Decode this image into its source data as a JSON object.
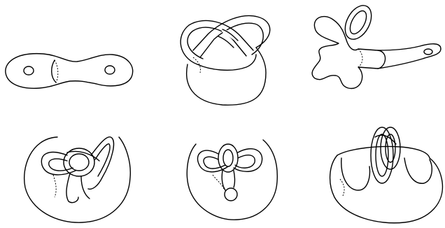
{
  "figure": {
    "panels": [
      {
        "id": "genus-two-surface",
        "row": 1,
        "col": 1
      },
      {
        "id": "pretzel-knotted-handles",
        "row": 1,
        "col": 2
      },
      {
        "id": "lobed-surface-with-handle",
        "row": 1,
        "col": 3
      },
      {
        "id": "knotted-handlebody-a",
        "row": 2,
        "col": 1
      },
      {
        "id": "knotted-handlebody-b",
        "row": 2,
        "col": 2
      },
      {
        "id": "linked-loops-bowl",
        "row": 2,
        "col": 3
      }
    ],
    "colors": {
      "line": "#000000",
      "background": "#ffffff"
    }
  }
}
